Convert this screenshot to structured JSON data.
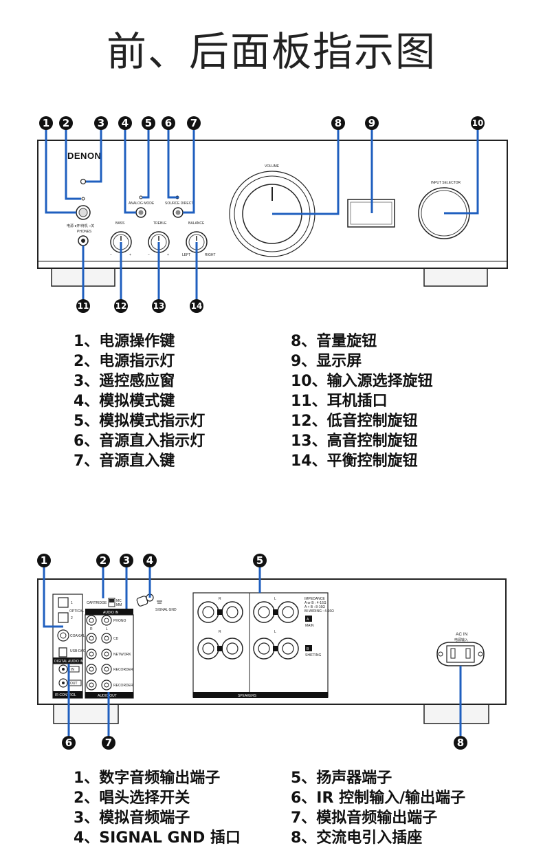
{
  "title": "前、后面板指示图",
  "front_panel": {
    "brand": "DENON",
    "labels": {
      "volume": "VOLUME",
      "input_selector": "INPUT SELECTOR",
      "analog_mode": "ANALOG MODE",
      "source_direct": "SOURCE DIRECT",
      "bass": "BASS",
      "treble": "TREBLE",
      "balance": "BALANCE",
      "left": "LEFT",
      "right": "RIGHT",
      "phones": "PHONES",
      "power": "电源 ●开/待机 ○关",
      "minus": "−",
      "plus": "+"
    },
    "markers": [
      "1",
      "2",
      "3",
      "4",
      "5",
      "6",
      "7",
      "8",
      "9",
      "10",
      "11",
      "12",
      "13",
      "14"
    ],
    "legend_left": [
      "1、电源操作键",
      "2、电源指示灯",
      "3、遥控感应窗",
      "4、模拟模式键",
      "5、模拟模式指示灯",
      "6、音源直入指示灯",
      "7、音源直入键"
    ],
    "legend_right": [
      "8、音量旋钮",
      "9、显示屏",
      "10、输入源选择旋钮",
      "11、耳机插口",
      "12、低音控制旋钮",
      "13、高音控制旋钮",
      "14、平衡控制旋钮"
    ]
  },
  "rear_panel": {
    "labels": {
      "optical": "OPTICAL",
      "opt1": "1",
      "opt2": "2",
      "coaxial": "COAXIAL",
      "usb_dac": "USB-DAC",
      "digital_audio_in": "DIGITAL AUDIO IN",
      "ir_in": "IN",
      "ir_out": "OUT",
      "ir_control": "IR CONTROL",
      "cartridge": "CARTRIDGE",
      "mc": "MC",
      "mm": "MM",
      "audio_in": "AUDIO IN",
      "phono": "PHONO",
      "cd": "CD",
      "network": "NETWORK",
      "recorder": "RECORDER",
      "recorder_out": "RECORDER",
      "audio_out": "AUDIO OUT",
      "signal_gnd": "SIGNAL GND",
      "speakers": "SPEAKERS",
      "r": "R",
      "l": "L",
      "impedance": "IMPEDANCE",
      "imp1": "A or B : 4-16Ω",
      "imp2": "A + B : 8-16Ω",
      "imp3": "BI-WIRING : 4-16Ω",
      "a": "A",
      "main": "MAIN",
      "b": "B",
      "shifting": "SHIFTING",
      "ac_in": "AC IN",
      "ac_in_cn": "电源输入"
    },
    "markers": [
      "1",
      "2",
      "3",
      "4",
      "5",
      "6",
      "7",
      "8"
    ],
    "legend_left": [
      "1、数字音频输出端子",
      "2、唱头选择开关",
      "3、模拟音频端子",
      "4、SIGNAL GND 插口"
    ],
    "legend_right": [
      "5、扬声器端子",
      "6、IR 控制输入/输出端子",
      "7、模拟音频输出端子",
      "8、交流电引入插座"
    ]
  }
}
